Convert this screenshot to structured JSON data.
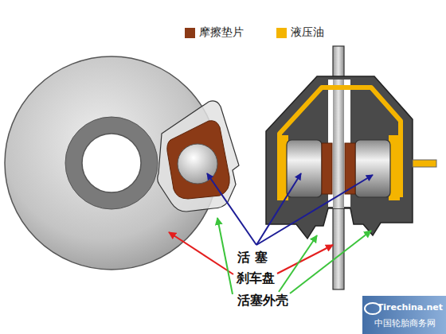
{
  "diagram": {
    "labels": [
      "活 塞",
      "刹车盘",
      "活塞外壳",
      "Tirechina.net",
      "中国轮胎商务网"
    ],
    "legend": [
      {
        "text": "摩擦垫片",
        "color": "#8b3a16"
      },
      {
        "text": "液压油",
        "color": "#f4b400"
      }
    ]
  }
}
